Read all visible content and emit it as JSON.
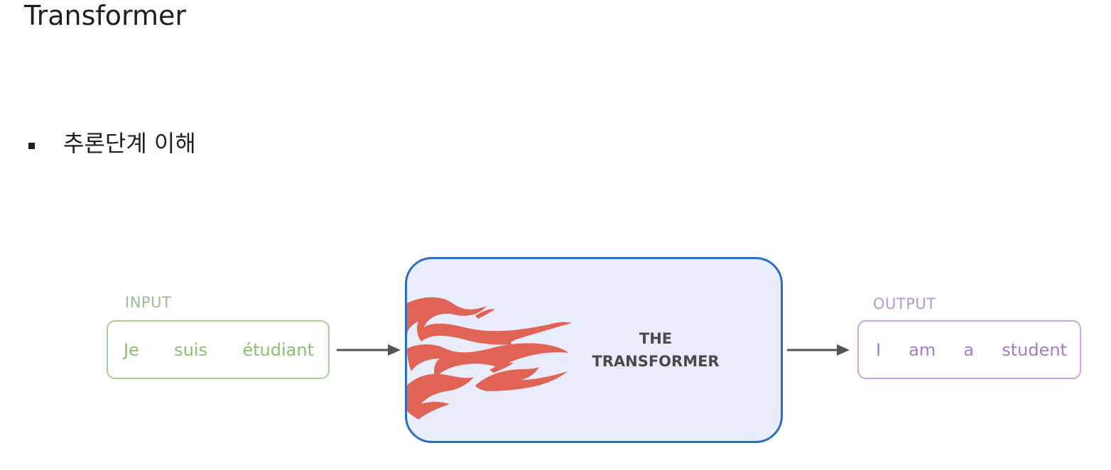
{
  "slide": {
    "title": "Transformer",
    "bullet": "추론단계 이해"
  },
  "diagram": {
    "input": {
      "label": "INPUT",
      "tokens": [
        "Je",
        "suis",
        "étudiant"
      ]
    },
    "model": {
      "title_line1": "THE",
      "title_line2": "TRANSFORMER",
      "icon": "flames-icon"
    },
    "output": {
      "label": "OUTPUT",
      "tokens": [
        "I",
        "am",
        "a",
        "student"
      ]
    },
    "colors": {
      "input_border": "#a6cf94",
      "input_text": "#8dbc74",
      "output_border": "#c7a6dc",
      "output_text": "#a27ec0",
      "model_border": "#2d6cc4",
      "model_fill": "#e9ecfa",
      "flame": "#e06355",
      "arrow": "#555555"
    }
  }
}
